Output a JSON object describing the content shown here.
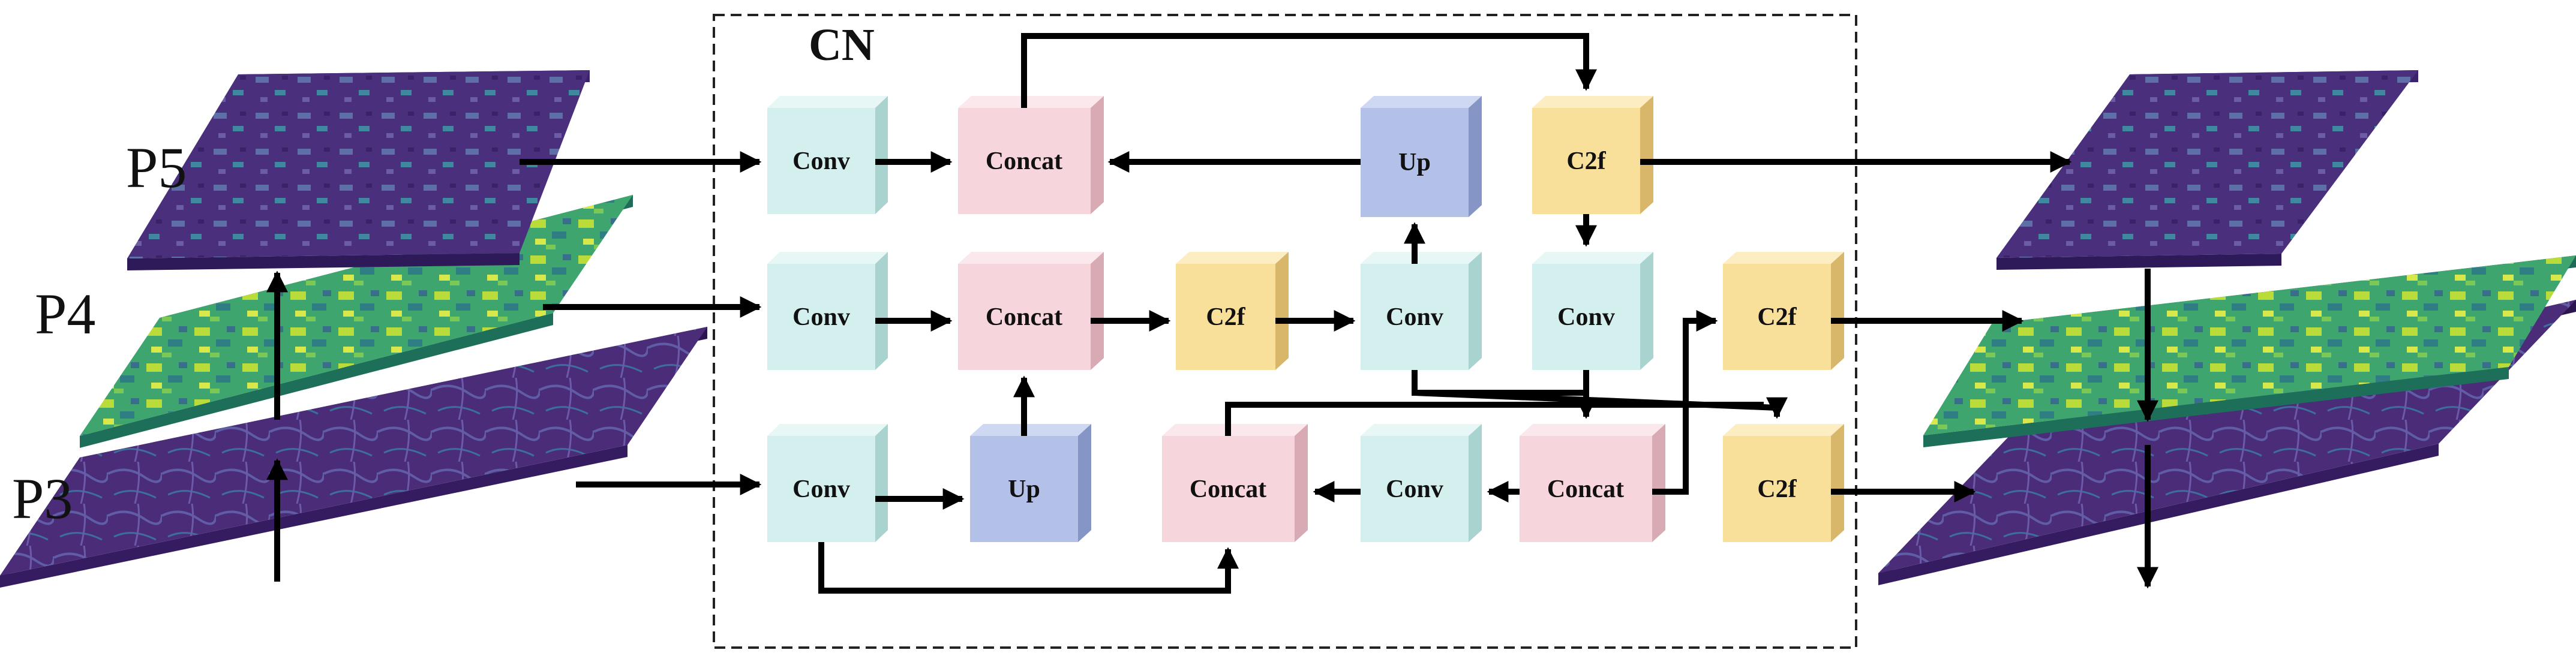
{
  "module": {
    "label": "CN"
  },
  "levels": {
    "p5": "P5",
    "p4": "P4",
    "p3": "P3"
  },
  "blocks": {
    "conv_top": "Conv",
    "concat_top": "Concat",
    "up_top": "Up",
    "c2f_top": "C2f",
    "conv_mid": "Conv",
    "concat_mid": "Concat",
    "c2f_mid": "C2f",
    "conv_mid2": "Conv",
    "conv_mid3": "Conv",
    "c2f_out_mid": "C2f",
    "conv_bot": "Conv",
    "up_bot": "Up",
    "concat_bot": "Concat",
    "conv_bot2": "Conv",
    "concat_bot2": "Concat",
    "c2f_out_bot": "C2f"
  },
  "colors": {
    "conv": "#d3f0ee",
    "concat": "#f6d6dc",
    "up": "#b3c0e8",
    "c2f": "#f8e09a",
    "p5": "#4a2f7d",
    "p4": "#4fb56e",
    "p3": "#4b2c78"
  },
  "icons": [
    "feature-map-p5",
    "feature-map-p4",
    "feature-map-p3",
    "arrow"
  ]
}
